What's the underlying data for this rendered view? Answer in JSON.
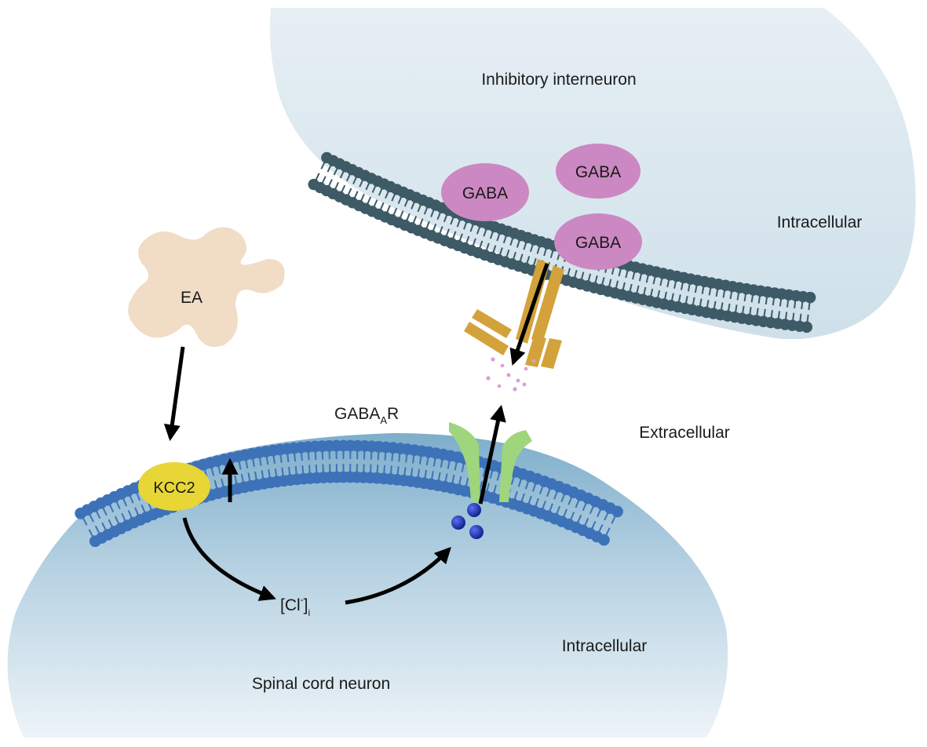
{
  "labels": {
    "inhibitory_interneuron": "Inhibitory interneuron",
    "intracellular_top": "Intracellular",
    "gaba_1": "GABA",
    "gaba_2": "GABA",
    "gaba_3": "GABA",
    "ea": "EA",
    "gabaar_main": "GABA",
    "gabaar_sub": "A",
    "gabaar_tail": "R",
    "extracellular": "Extracellular",
    "kcc2": "KCC2",
    "cl_open": "[Cl",
    "cl_sup": "-",
    "cl_close": "]",
    "cl_sub": "i",
    "intracellular_bottom": "Intracellular",
    "spinal_cord_neuron": "Spinal cord neuron"
  },
  "colors": {
    "top_cell_fill": "#dde9f0",
    "bottom_cell_fill": "#9cc0d6",
    "top_membrane": "#3d5a66",
    "bottom_membrane": "#3d72b8",
    "gaba_vesicle": "#cc88c2",
    "ea_shape": "#f1dcc6",
    "kcc2": "#e8d636",
    "gaba_receptor": "#9fd57c",
    "release_channel": "#d4a23a",
    "chloride_ion": "#1f33b8",
    "gaba_dots": "#d9a0d4",
    "arrow": "#000000"
  }
}
